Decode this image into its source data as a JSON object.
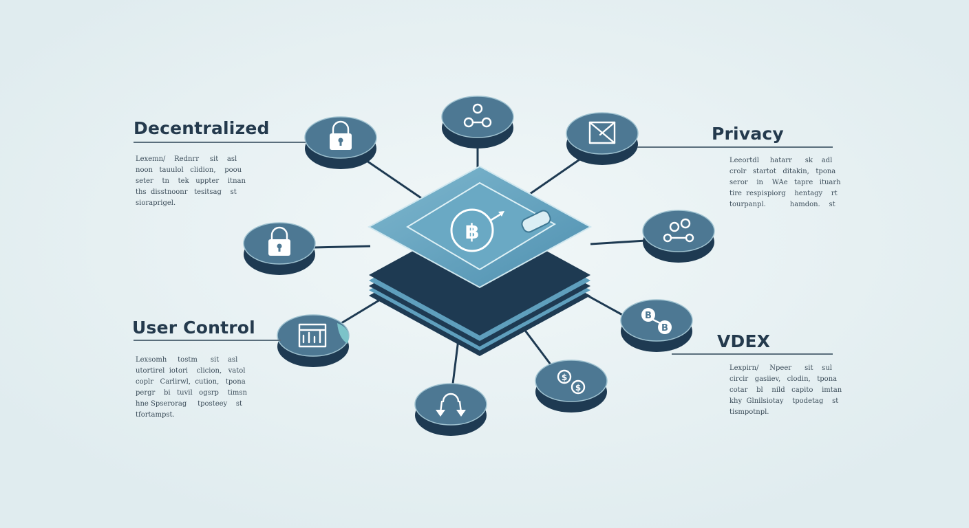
{
  "colors": {
    "background": "#e6f0f2",
    "node_top": "#4d7893",
    "node_side": "#1e3a52",
    "platform_top": "#5f9fbd",
    "platform_edge": "#1e3a52",
    "connector": "#1e3a52",
    "text": "#243a4d"
  },
  "labels": {
    "decentralized": {
      "title": "Decentralized",
      "text": "Lexemn/    Rednrr     sit    asl\nnoon   tauulol   clidion,    poou\nseter    tn    tek   uppter    itnan\nths  disstnoonr   tesitsag    st\nsioraprigel."
    },
    "privacy": {
      "title": "Privacy",
      "text": "Leeortdl     hatarr      sk    adl\ncrolr   startot   ditakin,   tpona\nseror    in    WAe   tapre   ituarh\ntire  respispiorg    hentagy    rt\ntourpanpl.           hamdon.    st"
    },
    "user_control": {
      "title": "User Control",
      "text": "Lexsomh     tostm      sit    asl\nutortirel  iotori    clicion,   vatol\ncoplr   Carlirwl,  cution,   tpona\npergr    bi   tuvil   ogsrp    timsn\nhne Spserorag     tposteey    st\ntfortampst."
    },
    "vdex": {
      "title": "VDEX",
      "text": "Lexpirn/     Npeer      sit    sul\ncircir   gasiiev,   clodin,   tpona\ncotar    bl    nild   capito    imtan\nkhy  Glnilsiotay    tpodetag    st\ntismpotnpl."
    }
  },
  "icons": {
    "center": "bitcoin-wallet-icon",
    "node_top": "coins-network-icon",
    "node_upper_left": "padlock-icon",
    "node_upper_right": "envelope-icon",
    "node_left": "padlock-icon",
    "node_right": "coins-transfer-icon",
    "node_lower_left": "dashboard-icon",
    "node_lower_right_upper": "b-chain-icon",
    "node_lower_right": "dollar-coins-icon",
    "node_bottom": "download-arrows-icon"
  }
}
